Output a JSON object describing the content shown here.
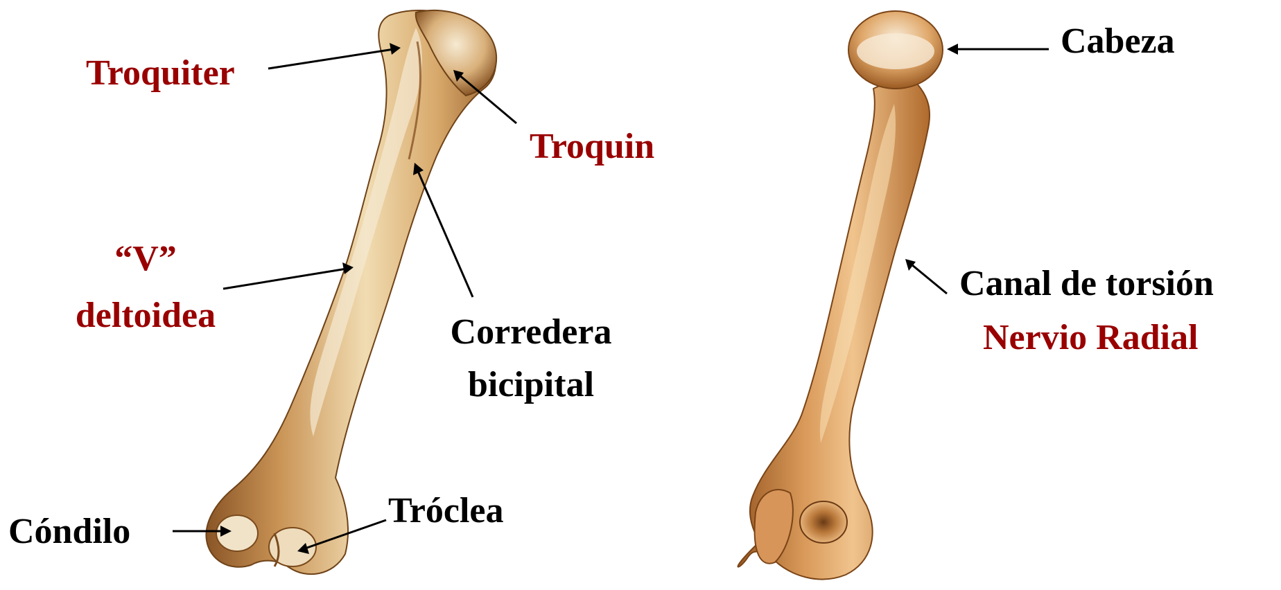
{
  "colors": {
    "anatomy_red": "#990000",
    "text_black": "#000000",
    "bone_light": "#e8c38a",
    "bone_mid": "#c98f4f",
    "bone_dark": "#7a4a1c",
    "highlight": "#f5ead3"
  },
  "anterior_view": {
    "troquiter": "Troquiter",
    "troquin": "Troquin",
    "v_deltoidea_line1": "“V”",
    "v_deltoidea_line2": "deltoidea",
    "corredera_line1": "Corredera",
    "corredera_line2": "bicipital",
    "condilo": "Cóndilo",
    "troclea": "Tróclea"
  },
  "posterior_view": {
    "cabeza": "Cabeza",
    "canal_de_torsion": "Canal de torsión",
    "nervio_radial": "Nervio Radial"
  }
}
